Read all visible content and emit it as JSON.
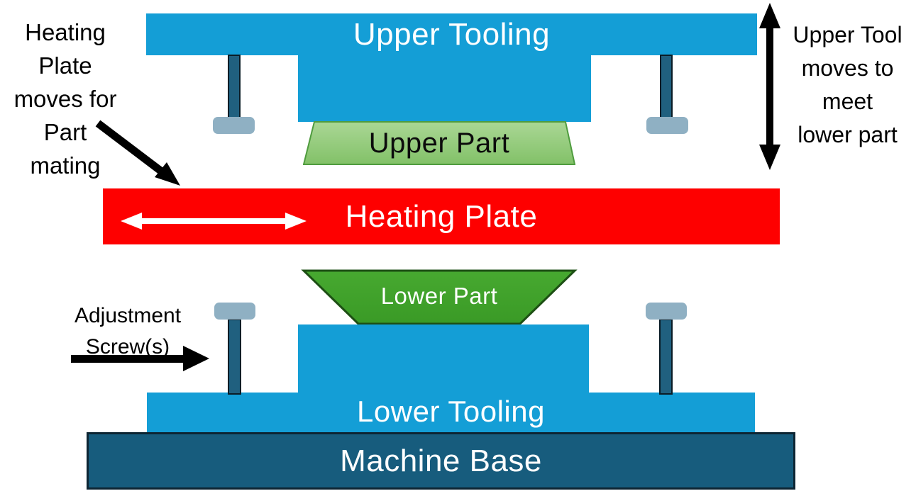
{
  "diagram": {
    "shapes": {
      "upper_tooling": {
        "label": "Upper Tooling"
      },
      "upper_part": {
        "label": "Upper Part"
      },
      "heating_plate": {
        "label": "Heating Plate"
      },
      "lower_part": {
        "label": "Lower Part"
      },
      "lower_tooling": {
        "label": "Lower Tooling"
      },
      "machine_base": {
        "label": "Machine Base"
      }
    },
    "annotations": {
      "heating_plate_motion": {
        "lines": [
          "Heating",
          "Plate",
          "moves for",
          "Part",
          "mating"
        ]
      },
      "upper_tool_motion": {
        "lines": [
          "Upper Tool",
          "moves to",
          "meet",
          "lower part"
        ]
      },
      "adjustment_screws": {
        "lines": [
          "Adjustment",
          "Screw(s)"
        ]
      }
    },
    "icons": {
      "heating_plate_motion_arrow": "horizontal-double-arrow",
      "upper_tool_motion_arrow": "vertical-double-arrow",
      "heating_plate_pointer": "diagonal-arrow",
      "adjustment_screw_pointer": "right-arrow"
    },
    "colors": {
      "tooling_blue": "#149ed6",
      "machine_base_fill": "#175c7d",
      "machine_base_border": "#0d2533",
      "heating_plate_red": "#fe0000",
      "screw_shaft": "#20607f",
      "screw_cap": "#8fb0c3",
      "upper_part_fill": "#96cd7f",
      "upper_part_border": "#4f9c3e",
      "lower_part_fill": "#3fa12a",
      "lower_part_border": "#1d4f14",
      "arrow_black": "#000000",
      "arrow_white": "#ffffff"
    }
  }
}
